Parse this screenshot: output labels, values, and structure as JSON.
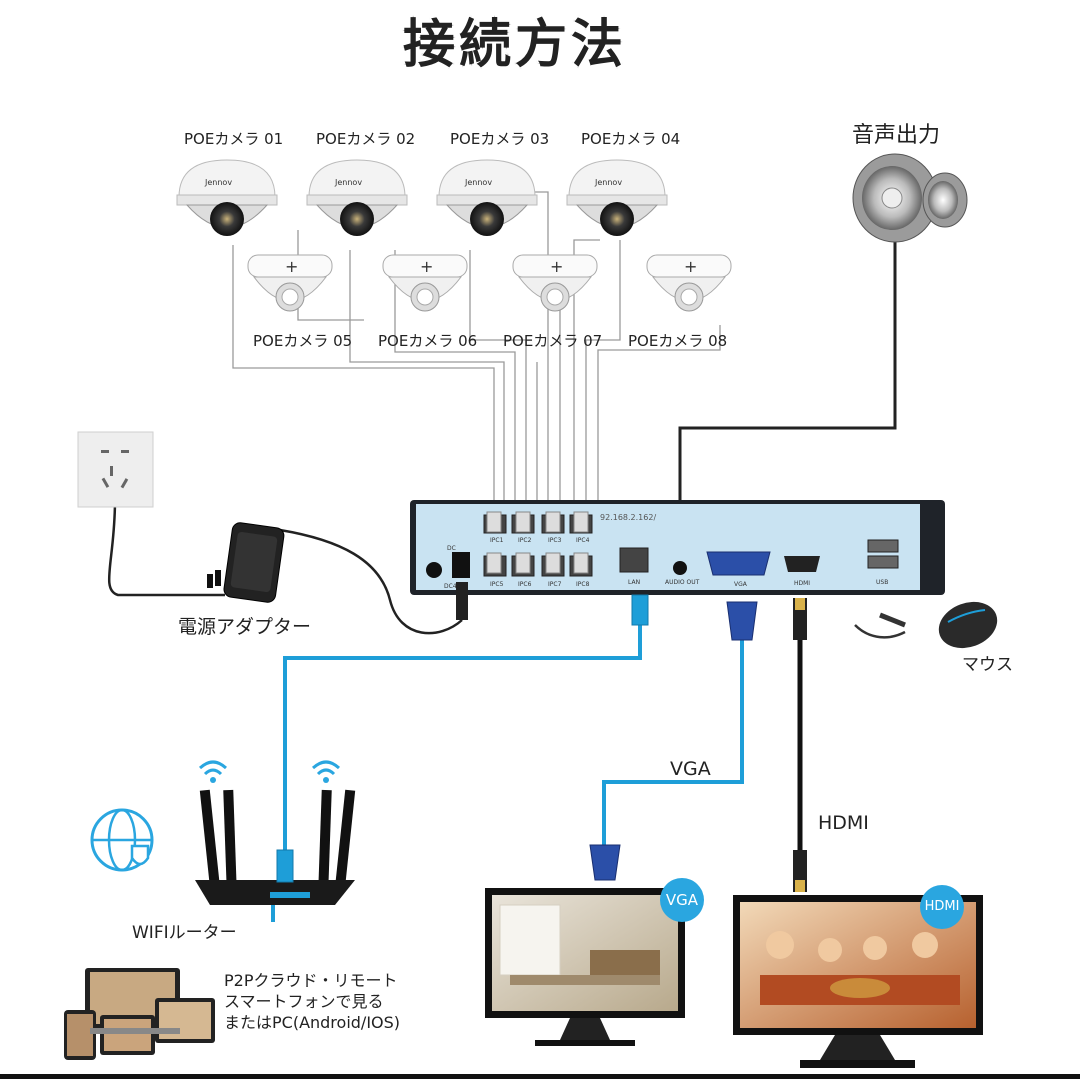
{
  "title": "接続方法",
  "cameras": [
    "POEカメラ 01",
    "POEカメラ 02",
    "POEカメラ 03",
    "POEカメラ 04",
    "POEカメラ 05",
    "POEカメラ 06",
    "POEカメラ 07",
    "POEカメラ 08"
  ],
  "camera_brand": "Jennov",
  "audio_output": "音声出力",
  "power_adapter": "電源アダプター",
  "mouse": "マウス",
  "vga_cable": "VGA",
  "hdmi_cable": "HDMI",
  "router": "WIFIルーター",
  "monitor_vga_badge": "VGA",
  "monitor_hdmi_badge": "HDMI",
  "p2p_text": "P2Pクラウド・リモート\nスマートフォンで見る\nまたはPC(Android/IOS)",
  "nvr": {
    "ip": "92.168.2.162/",
    "poe_top": [
      "IPC1",
      "IPC2",
      "IPC3",
      "IPC4"
    ],
    "poe_bottom": [
      "IPC5",
      "IPC6",
      "IPC7",
      "IPC8"
    ],
    "dc": "DC48V",
    "lan": "LAN",
    "audio_out": "AUDIO OUT",
    "vga": "VGA",
    "hdmi": "HDMI",
    "usb": "USB"
  },
  "colors": {
    "cable_blue": "#1e9ed8",
    "vga_blue": "#2b4fa8",
    "nvr_panel": "#c9e3f2",
    "nvr_body": "#1f2329",
    "badge": "#2aa6e0"
  }
}
